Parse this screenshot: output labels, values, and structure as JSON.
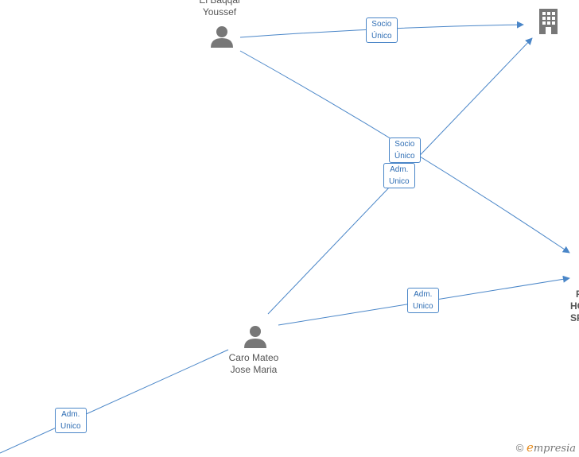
{
  "colors": {
    "edge": "#4a86c8",
    "label_border": "#4a86c8",
    "label_text": "#2e6db4",
    "icon": "#777777"
  },
  "nodes": {
    "el_baqqal": {
      "name_line1": "El Baqqal",
      "name_line2": "Youssef",
      "icon": "person-icon"
    },
    "caro_mateo": {
      "name_line1": "Caro Mateo",
      "name_line2": "Jose Maria",
      "icon": "person-icon"
    },
    "company_top": {
      "icon": "building-icon"
    },
    "company_right": {
      "name_line1": "F",
      "name_line2": "HO",
      "name_line3": "SP"
    }
  },
  "edges": {
    "e1": {
      "line1": "Socio",
      "line2": "Único"
    },
    "e2": {
      "line1": "Socio",
      "line2": "Único"
    },
    "e3": {
      "line1": "Adm.",
      "line2": "Unico"
    },
    "e4": {
      "line1": "Adm.",
      "line2": "Unico"
    },
    "e5": {
      "line1": "Adm.",
      "line2": "Unico"
    }
  },
  "watermark": {
    "copyright": "©",
    "brand_initial": "e",
    "brand_rest": "mpresia"
  }
}
